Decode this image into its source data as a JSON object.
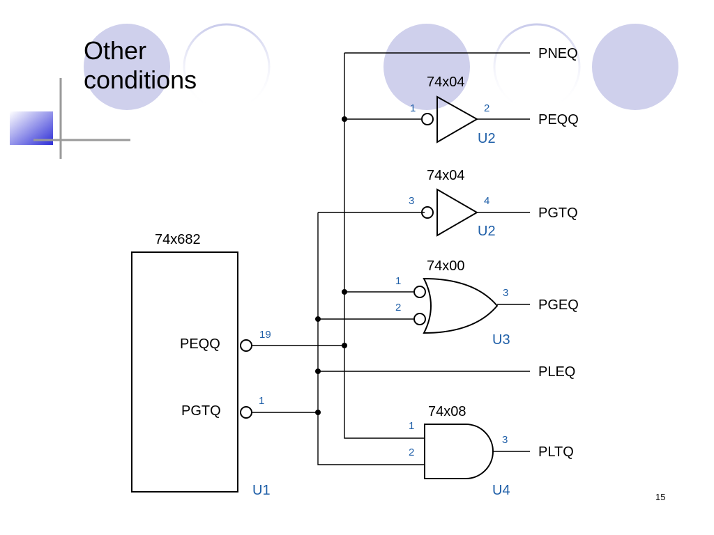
{
  "slide": {
    "title": "Other\nconditions",
    "page_number": "15",
    "colors": {
      "circle": "#cfd0ec",
      "gradient_square": "#3434d8",
      "cross_line": "#9a9a9a",
      "pin_text": "#1f5fa8"
    }
  },
  "diagram": {
    "u1": {
      "part": "74x682",
      "ref": "U1",
      "outputs": [
        {
          "name": "PEQQ",
          "pin": "19"
        },
        {
          "name": "PGTQ",
          "pin": "1"
        }
      ]
    },
    "inv1": {
      "part": "74x04",
      "ref": "U2",
      "pin_in": "1",
      "pin_out": "2"
    },
    "inv2": {
      "part": "74x04",
      "ref": "U2",
      "pin_in": "3",
      "pin_out": "4"
    },
    "or1": {
      "part": "74x00",
      "ref": "U3",
      "pin_in1": "1",
      "pin_in2": "2",
      "pin_out": "3"
    },
    "and1": {
      "part": "74x08",
      "ref": "U4",
      "pin_in1": "1",
      "pin_in2": "2",
      "pin_out": "3"
    },
    "signals": [
      "PNEQ",
      "PEQQ",
      "PGTQ",
      "PGEQ",
      "PLEQ",
      "PLTQ"
    ]
  }
}
